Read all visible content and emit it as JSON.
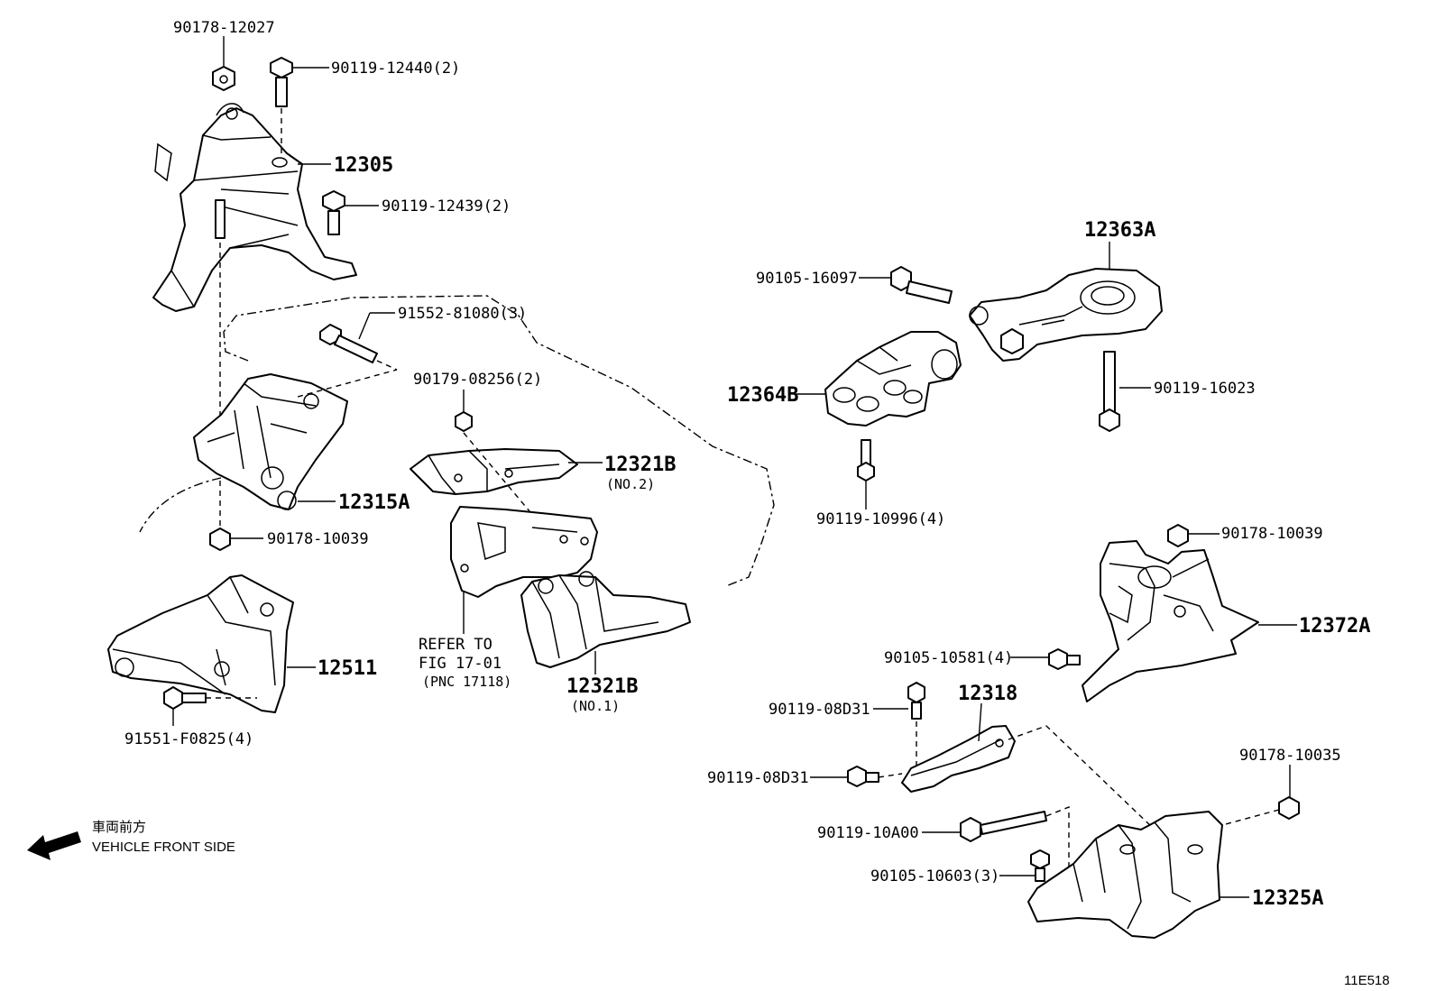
{
  "labels": {
    "p90178_12027": "90178-12027",
    "p90119_12440": "90119-12440(2)",
    "p12305": "12305",
    "p90119_12439": "90119-12439(2)",
    "p91552_81080": "91552-81080(3)",
    "p90179_08256": "90179-08256(2)",
    "p12321b_no2": "12321B",
    "p12321b_no2_sub": "(NO.2)",
    "p12315a": "12315A",
    "p90178_10039_left": "90178-10039",
    "p12511": "12511",
    "p91551_f0825": "91551-F0825(4)",
    "refer_line1": "REFER TO",
    "refer_line2": "FIG 17-01",
    "refer_line3": "(PNC 17118)",
    "p12321b_no1": "12321B",
    "p12321b_no1_sub": "(NO.1)",
    "p12363a": "12363A",
    "p90105_16097": "90105-16097",
    "p12364b": "12364B",
    "p90119_16023": "90119-16023",
    "p90119_10996": "90119-10996(4)",
    "p90178_10039_right": "90178-10039",
    "p12372a": "12372A",
    "p90105_10581": "90105-10581(4)",
    "p90119_08d31_top": "90119-08D31",
    "p12318": "12318",
    "p90119_08d31_mid": "90119-08D31",
    "p90178_10035": "90178-10035",
    "p90119_10a00": "90119-10A00",
    "p90105_10603": "90105-10603(3)",
    "p12325a": "12325A"
  },
  "direction": {
    "japanese": "車両前方",
    "english": "VEHICLE FRONT SIDE"
  },
  "figure_id": "11E518"
}
